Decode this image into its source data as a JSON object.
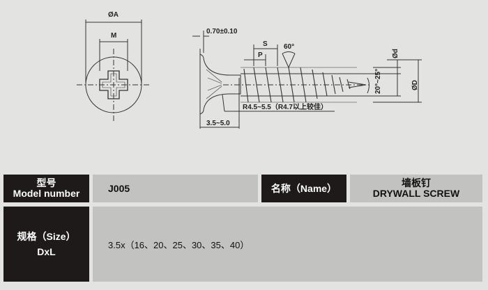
{
  "drawing": {
    "head_view": {
      "outer_dia_label": "ØA",
      "recess_label": "M"
    },
    "side_view": {
      "head_thickness": "0.70±0.10",
      "thread_pitch_label": "P",
      "thread_spacing_label": "S",
      "thread_angle": "60°",
      "minor_dia_label": "Ød",
      "major_dia_label": "ØD",
      "point_angle": "20°~25°",
      "radius_note": "R4.5~5.5（R4.7以上较佳）",
      "head_length": "3.5~5.0"
    }
  },
  "table": {
    "model_header_cn": "型号",
    "model_header_en": "Model number",
    "model_value": "J005",
    "name_header": "名称（Name）",
    "name_value_cn": "墙板钉",
    "name_value_en": "DRYWALL SCREW",
    "size_header": "规格（Size）",
    "size_header_sub": "DxL",
    "size_value": "3.5x（16、20、25、30、35、40）"
  }
}
